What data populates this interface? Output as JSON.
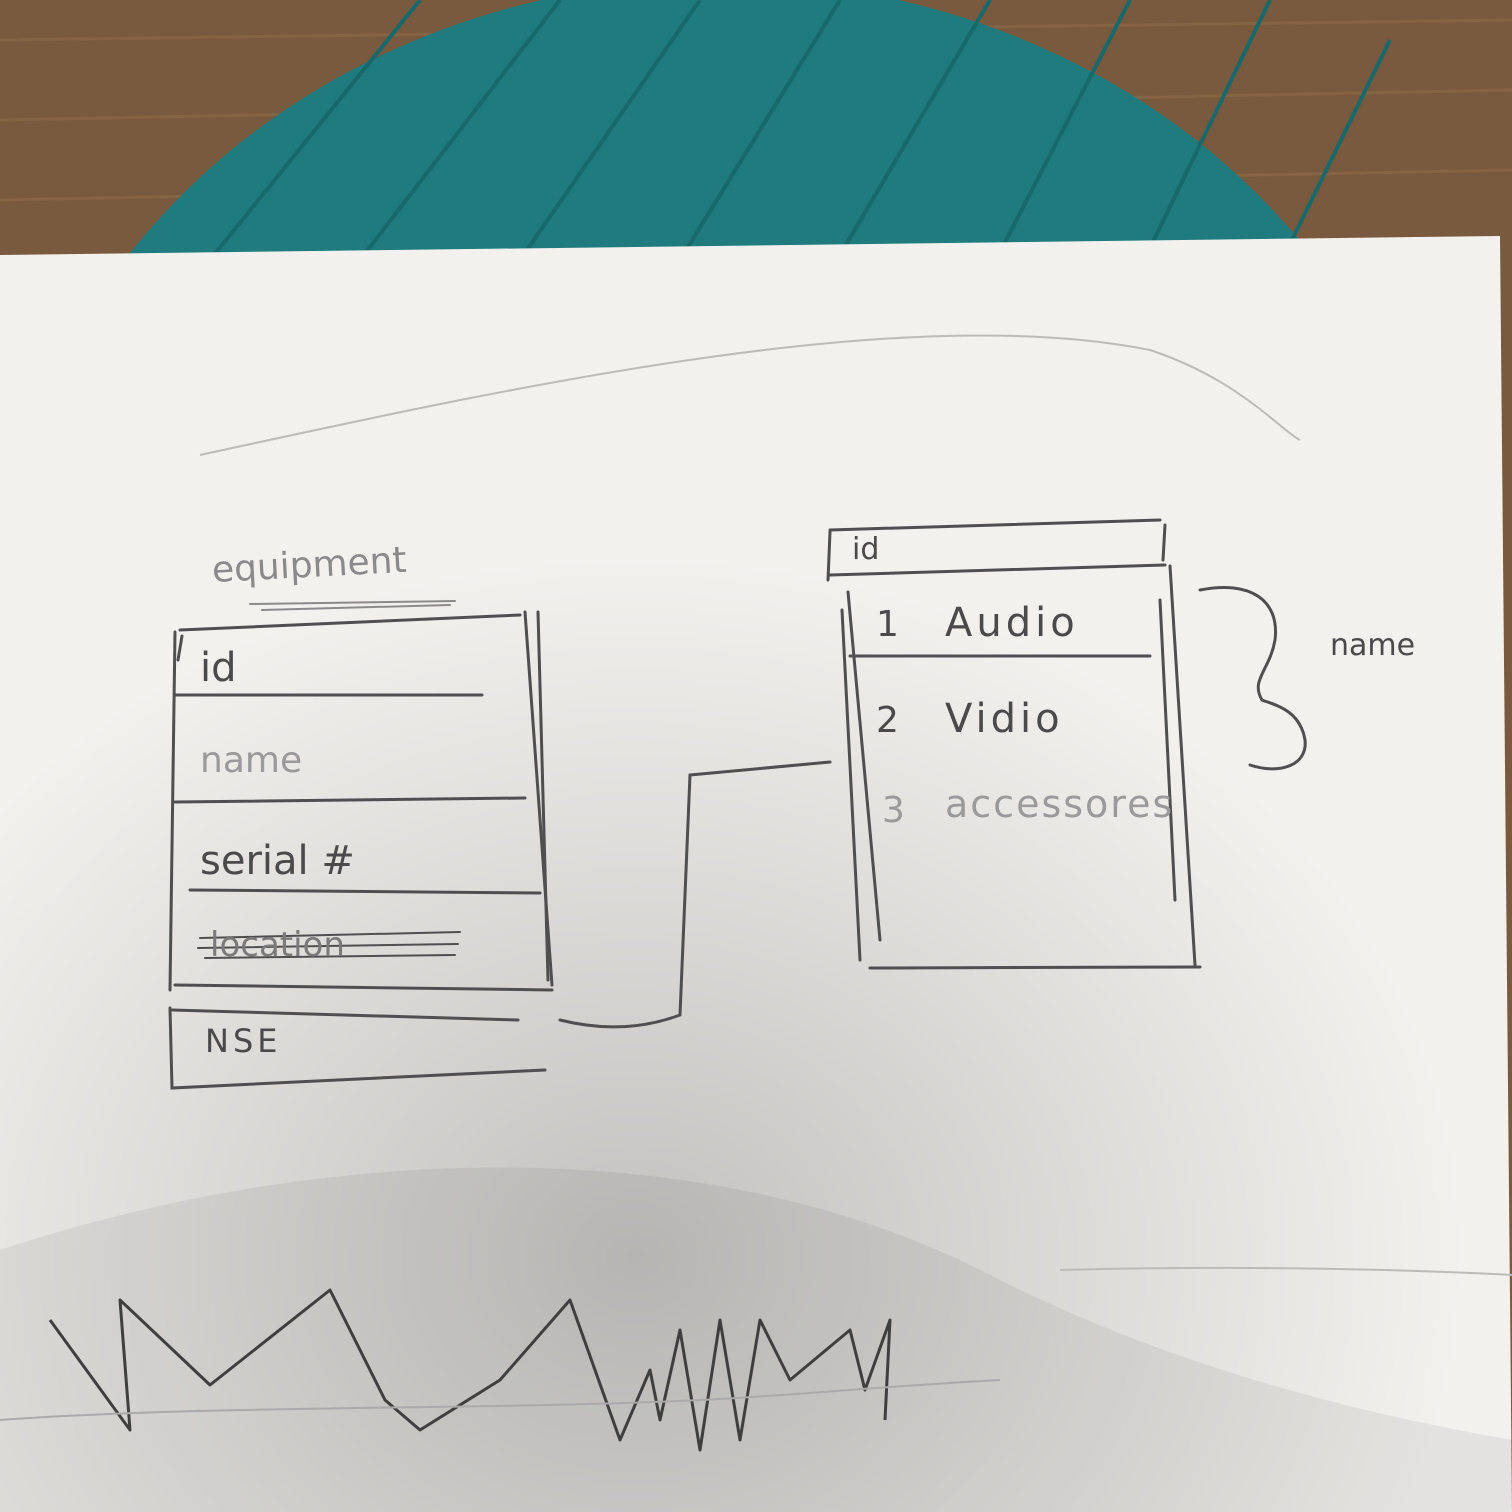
{
  "equipment_table": {
    "title": "equipment",
    "fields": [
      "id",
      "name",
      "serial #",
      "location"
    ],
    "struck_field_index": 3,
    "extra_field": "NSE"
  },
  "category_table": {
    "header": "id",
    "rows": [
      {
        "num": "1",
        "label": "Audio"
      },
      {
        "num": "2",
        "label": "Vidio"
      },
      {
        "num": "3",
        "label": "accessores"
      }
    ],
    "brace_label": "name"
  },
  "colors": {
    "paper": "#f3f1ee",
    "pencil": "#4a4a4a",
    "table_surface": "#1f7b7d",
    "wood": "#7a5a3e"
  }
}
